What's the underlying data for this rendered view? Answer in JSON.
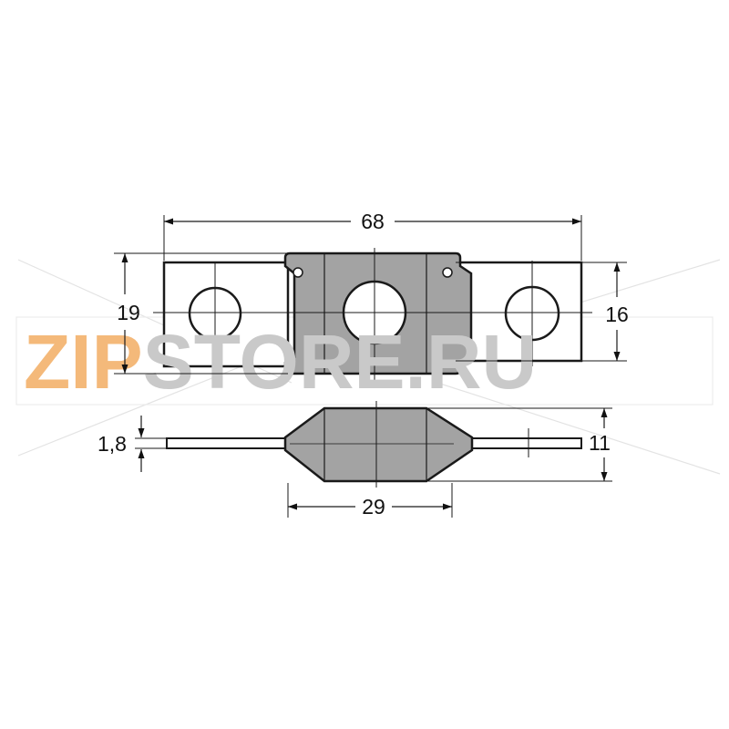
{
  "watermark": {
    "part1": "ZIP",
    "part2": "STORE.RU",
    "color1": "#f4b97a",
    "color2": "#c9c9c9"
  },
  "dimensions": {
    "overall_length": "68",
    "left_height": "19",
    "right_height": "16",
    "thickness": "1,8",
    "body_height": "11",
    "body_width": "29"
  },
  "colors": {
    "body_fill": "#a3a3a3",
    "outline": "#1a1a1a",
    "terminal_fill": "#ffffff"
  }
}
